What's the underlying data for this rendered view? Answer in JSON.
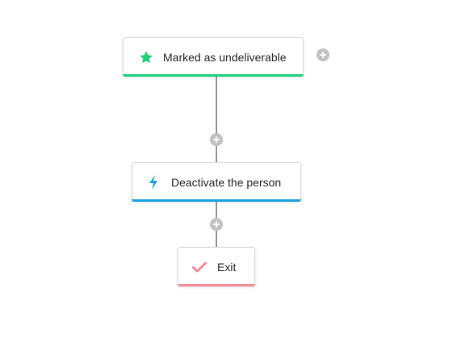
{
  "workflow": {
    "steps": [
      {
        "label": "Marked as undeliverable",
        "icon": "star-icon",
        "accent": "#20d17a"
      },
      {
        "label": "Deactivate the person",
        "icon": "lightning-icon",
        "accent": "#1aa3e0"
      },
      {
        "label": "Exit",
        "icon": "checkmark-icon",
        "accent": "#f48d98"
      }
    ],
    "add_button_icon": "plus-icon",
    "connector_color": "#9a9a9a",
    "add_button_color": "#c2c2c2"
  }
}
